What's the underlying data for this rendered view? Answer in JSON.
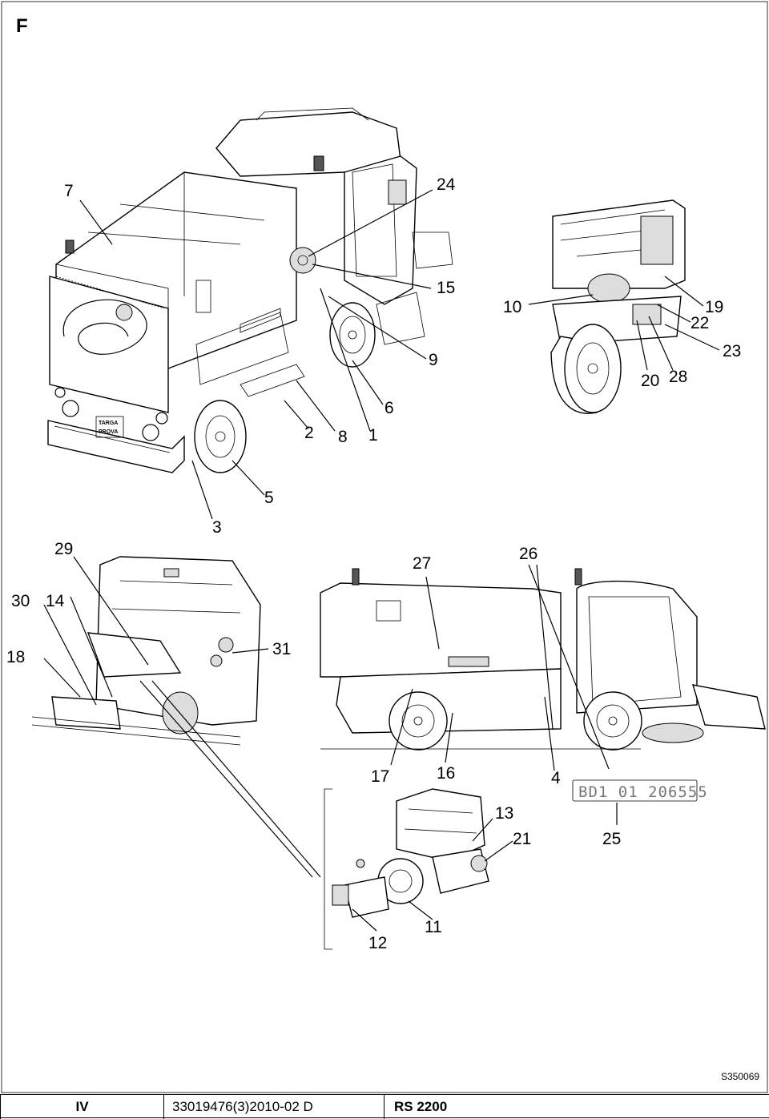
{
  "section_letter": "F",
  "drawing_ref": "S350069",
  "serial_plate": "BD1 01 206555",
  "license_plate": [
    "TARGA",
    "PROVA"
  ],
  "callouts": {
    "c1": "1",
    "c2": "2",
    "c3": "3",
    "c4": "4",
    "c5": "5",
    "c6": "6",
    "c7": "7",
    "c8": "8",
    "c9": "9",
    "c10": "10",
    "c11": "11",
    "c12": "12",
    "c13": "13",
    "c14": "14",
    "c16": "16",
    "c17": "17",
    "c18": "18",
    "c19": "19",
    "c20": "20",
    "c21": "21",
    "c22": "22",
    "c23": "23",
    "c24": "24",
    "c25": "25",
    "c26": "26",
    "c27": "27",
    "c28": "28",
    "c29": "29",
    "c30": "30",
    "c31": "31",
    "c15": "15"
  },
  "footer": {
    "page": "IV",
    "doc_number": "33019476(3)2010-02 D",
    "model": "RS 2200"
  }
}
